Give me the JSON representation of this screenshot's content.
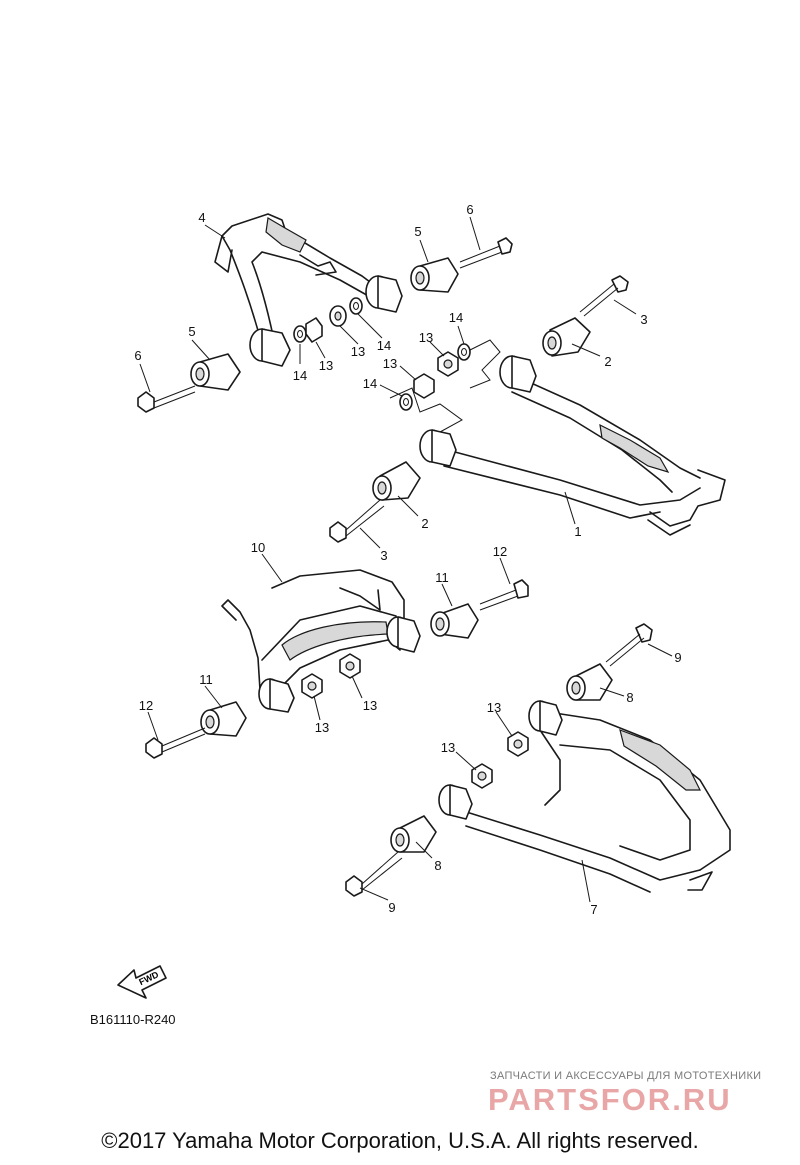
{
  "callouts": {
    "c1": "1",
    "c2a": "2",
    "c2b": "2",
    "c3a": "3",
    "c3b": "3",
    "c4": "4",
    "c5a": "5",
    "c5b": "5",
    "c6a": "6",
    "c6b": "6",
    "c7": "7",
    "c8a": "8",
    "c8b": "8",
    "c9a": "9",
    "c9b": "9",
    "c10": "10",
    "c11a": "11",
    "c11b": "11",
    "c12a": "12",
    "c12b": "12",
    "c13a": "13",
    "c13b": "13",
    "c13c": "13",
    "c13d": "13",
    "c13e": "13",
    "c13f": "13",
    "c13g": "13",
    "c13h": "13",
    "c14a": "14",
    "c14b": "14",
    "c14c": "14",
    "c14d": "14"
  },
  "fwd_label": "FWD",
  "diagram_code": "B161110-R240",
  "watermark": {
    "tagline": "ЗАПЧАСТИ И АКСЕССУАРЫ ДЛЯ МОТОТЕХНИКИ",
    "logo": "PARTSFOR.RU"
  },
  "copyright": "©2017 Yamaha Motor Corporation, U.S.A. All rights reserved."
}
